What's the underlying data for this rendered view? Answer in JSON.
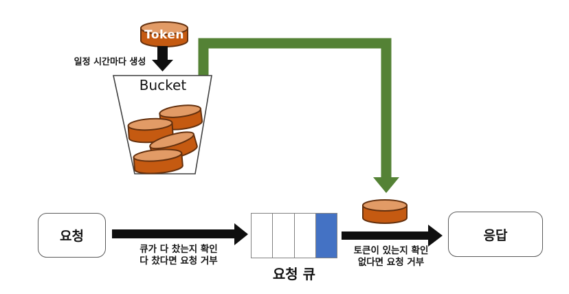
{
  "diagram": {
    "token": {
      "label": "Token"
    },
    "bucket": {
      "label": "Bucket"
    },
    "notes": {
      "generation": "일정 시간마다 생성",
      "queue_check_line1": "큐가 다 찼는지 확인",
      "queue_check_line2": "다 찼다면 요청 거부",
      "token_check_line1": "토큰이 있는지 확인",
      "token_check_line2": "없다면 요청 거부"
    },
    "request_box": {
      "label": "요청"
    },
    "response_box": {
      "label": "응답"
    },
    "queue": {
      "label": "요청 큐",
      "cell_count": 4,
      "filled_count": 1
    },
    "colors": {
      "token_orange": "#C55A11",
      "token_top_orange": "#E29B66",
      "cylinder_outline": "#63300E",
      "green_arrow": "#548235",
      "queue_fill_blue": "#4472C4",
      "arrow_black": "#0f0f0f"
    }
  }
}
